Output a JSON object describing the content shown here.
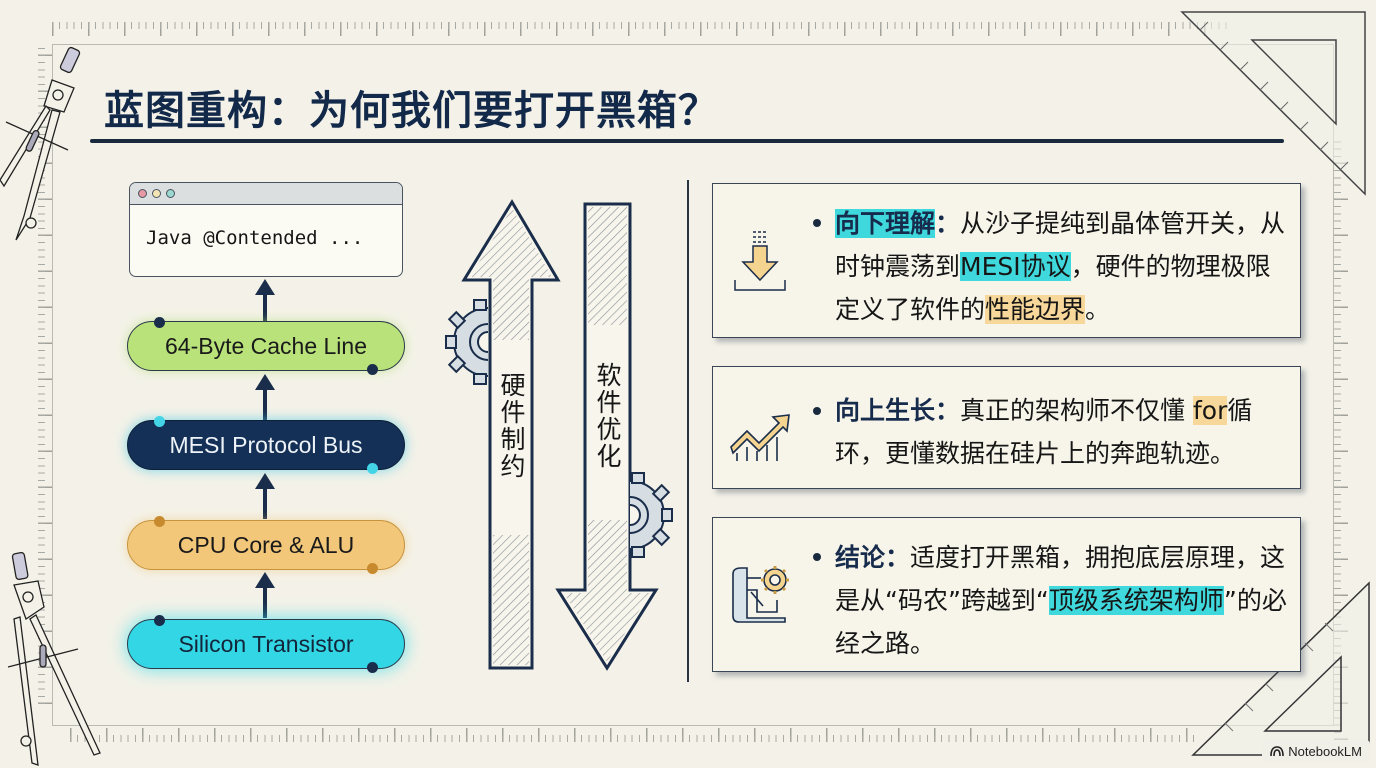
{
  "slide": {
    "title": "蓝图重构：为何我们要打开黑箱？",
    "colors": {
      "background": "#f4f2e8",
      "navy": "#13294a",
      "cyan_highlight": "#3fd8dc",
      "orange_highlight": "#f7d79a",
      "green_pill": "#b9e27a",
      "orange_pill": "#f2c77a",
      "navy_pill": "#143056",
      "cyan_pill": "#33d6e4"
    }
  },
  "stack": {
    "code_window": {
      "code": "Java @Contended ..."
    },
    "layers": [
      {
        "label": "64-Byte Cache Line",
        "color": "#b9e27a"
      },
      {
        "label": "MESI Protocol Bus",
        "color": "#143056"
      },
      {
        "label": "CPU Core & ALU",
        "color": "#f2c77a"
      },
      {
        "label": "Silicon Transistor",
        "color": "#33d6e4"
      }
    ]
  },
  "arrows": {
    "up": {
      "label": "硬件制约",
      "direction": "up"
    },
    "down": {
      "label": "软件优化",
      "direction": "down"
    }
  },
  "cards": [
    {
      "icon": "download-arrow-icon",
      "keyword": "向下理解",
      "colon": "：",
      "text_1": "从沙子提纯到晶体管开关，从时钟震荡到",
      "highlight_1": "MESI协议",
      "text_2": "，硬件的物理极限定义了软件的",
      "highlight_2": "性能边界",
      "text_3": "。"
    },
    {
      "icon": "growth-chart-icon",
      "keyword": "向上生长",
      "colon": "：",
      "text_1": "真正的架构师不仅懂 ",
      "highlight_1": "for",
      "text_2": "循环，更懂数据在硅片上的奔跑轨迹。"
    },
    {
      "icon": "blueprint-gear-icon",
      "keyword": "结论",
      "colon": "：",
      "text_1": "适度打开黑箱，拥抱底层原理，这是从“码农”跨越到“",
      "highlight_1": "顶级系统架构师",
      "text_2": "”的必经之路。"
    }
  ],
  "watermark": {
    "label": "NotebookLM"
  }
}
